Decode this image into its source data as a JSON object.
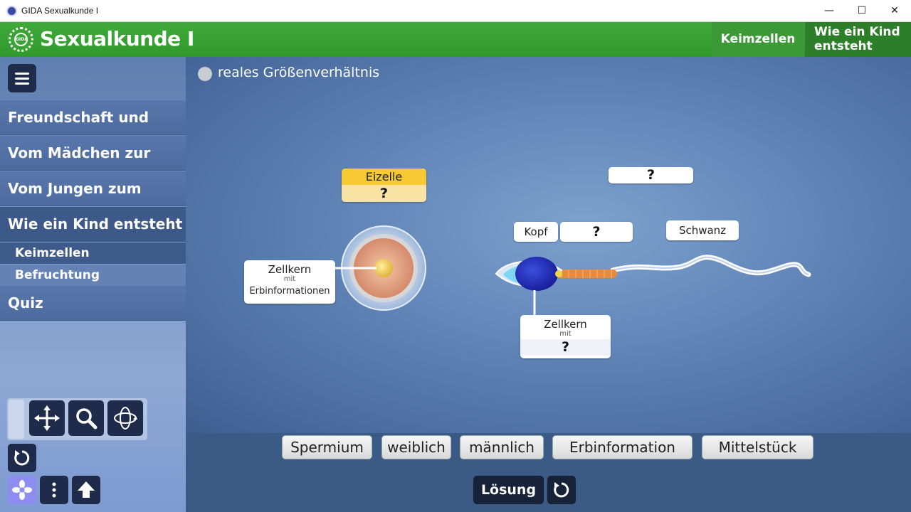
{
  "window": {
    "title": "GIDA Sexualkunde I",
    "minimize_glyph": "—",
    "maximize_glyph": "☐",
    "close_glyph": "✕"
  },
  "header": {
    "logo_text": "GIDA",
    "app_title": "Sexualkunde I",
    "tab_current": "Keimzellen",
    "tab_chapter": "Wie ein Kind entsteht"
  },
  "sidebar": {
    "items": [
      {
        "label": "Freundschaft und Liebe"
      },
      {
        "label": "Vom Mädchen zur Frau"
      },
      {
        "label": "Vom Jungen zum Mann"
      },
      {
        "label": "Wie ein Kind entsteht"
      }
    ],
    "sub_items": [
      {
        "label": "Keimzellen"
      },
      {
        "label": "Befruchtung"
      }
    ],
    "quiz_label": "Quiz",
    "tools": {
      "move_icon": "move-icon",
      "zoom_icon": "magnifier-icon",
      "rotate_icon": "rotate-3d-icon",
      "reset_icon": "reset-icon",
      "flower_icon": "flower-icon",
      "more_icon": "more-vertical-icon",
      "up_icon": "arrow-up-icon"
    }
  },
  "stage": {
    "toggle_label": "reales Größenverhältnis",
    "egg": {
      "title": "Eizelle",
      "answer": "?",
      "nucleus_label": "Zellkern",
      "nucleus_mit": "mit",
      "nucleus_info": "Erbinformationen"
    },
    "sperm": {
      "top_answer": "?",
      "head_label": "Kopf",
      "head_answer": "?",
      "tail_label": "Schwanz",
      "nucleus_label": "Zellkern",
      "nucleus_mit": "mit",
      "nucleus_answer": "?"
    }
  },
  "answers": [
    "Spermium",
    "weiblich",
    "männlich",
    "Erbinformation",
    "Mittelstück"
  ],
  "bottombar": {
    "solution_label": "Lösung",
    "reset_icon": "reset-icon"
  },
  "colors": {
    "header_green": "#3faa3a",
    "egg_label_yellow": "#f7c933",
    "sidebar_blue": "#5877aa",
    "dark_button": "#1e2b4b"
  }
}
